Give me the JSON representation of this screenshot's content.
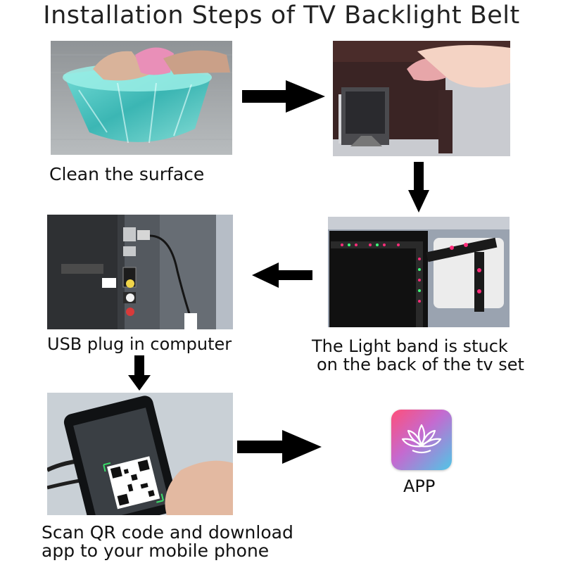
{
  "title": "Installation Steps of TV Backlight Belt",
  "steps": [
    {
      "caption": "Clean the surface"
    },
    {
      "caption": "The Light band is stuck"
    },
    {
      "caption": "USB plug in computer"
    },
    {
      "caption": "Scan QR code and download"
    }
  ],
  "step2_caption_line2": "on the back of the tv set",
  "step4_caption_line2": "app to your mobile phone",
  "app": {
    "label": "APP",
    "icon": "lotus-app-icon"
  },
  "colors": {
    "arrow": "#000000",
    "bowl": "#3fc8c0",
    "app_gradient_start": "#ff4f7a",
    "app_gradient_end": "#4fc6e6"
  }
}
